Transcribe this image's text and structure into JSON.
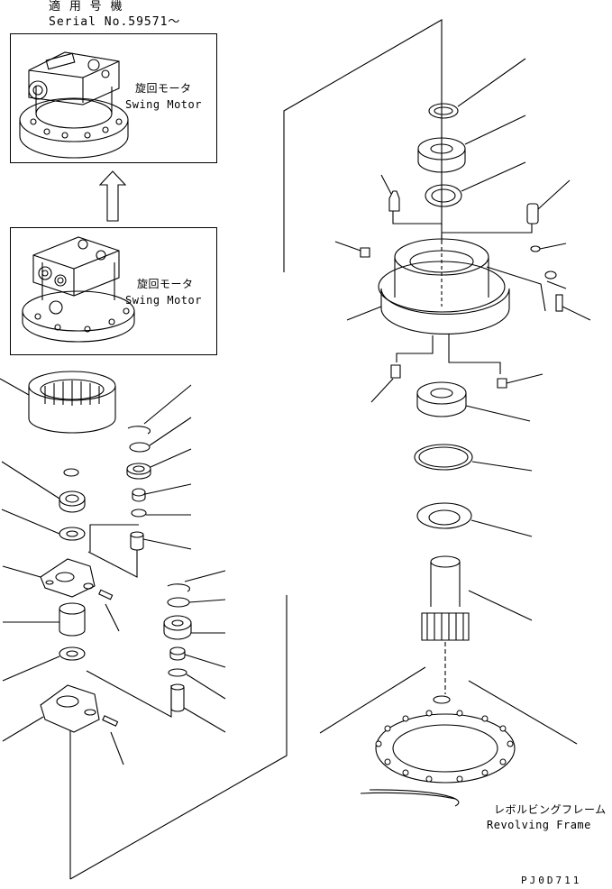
{
  "header": {
    "applicable_jp": "適 用 号 機",
    "serial": "Serial No.59571～"
  },
  "new_motor_box": {
    "label_jp": "旋回モータ",
    "label_en": "Swing Motor"
  },
  "old_motor_box": {
    "label_jp": "旋回モータ",
    "label_en": "Swing Motor"
  },
  "frame": {
    "label_jp": "レボルビングフレーム",
    "label_en": "Revolving Frame"
  },
  "drawing_code": "PJ0D711"
}
